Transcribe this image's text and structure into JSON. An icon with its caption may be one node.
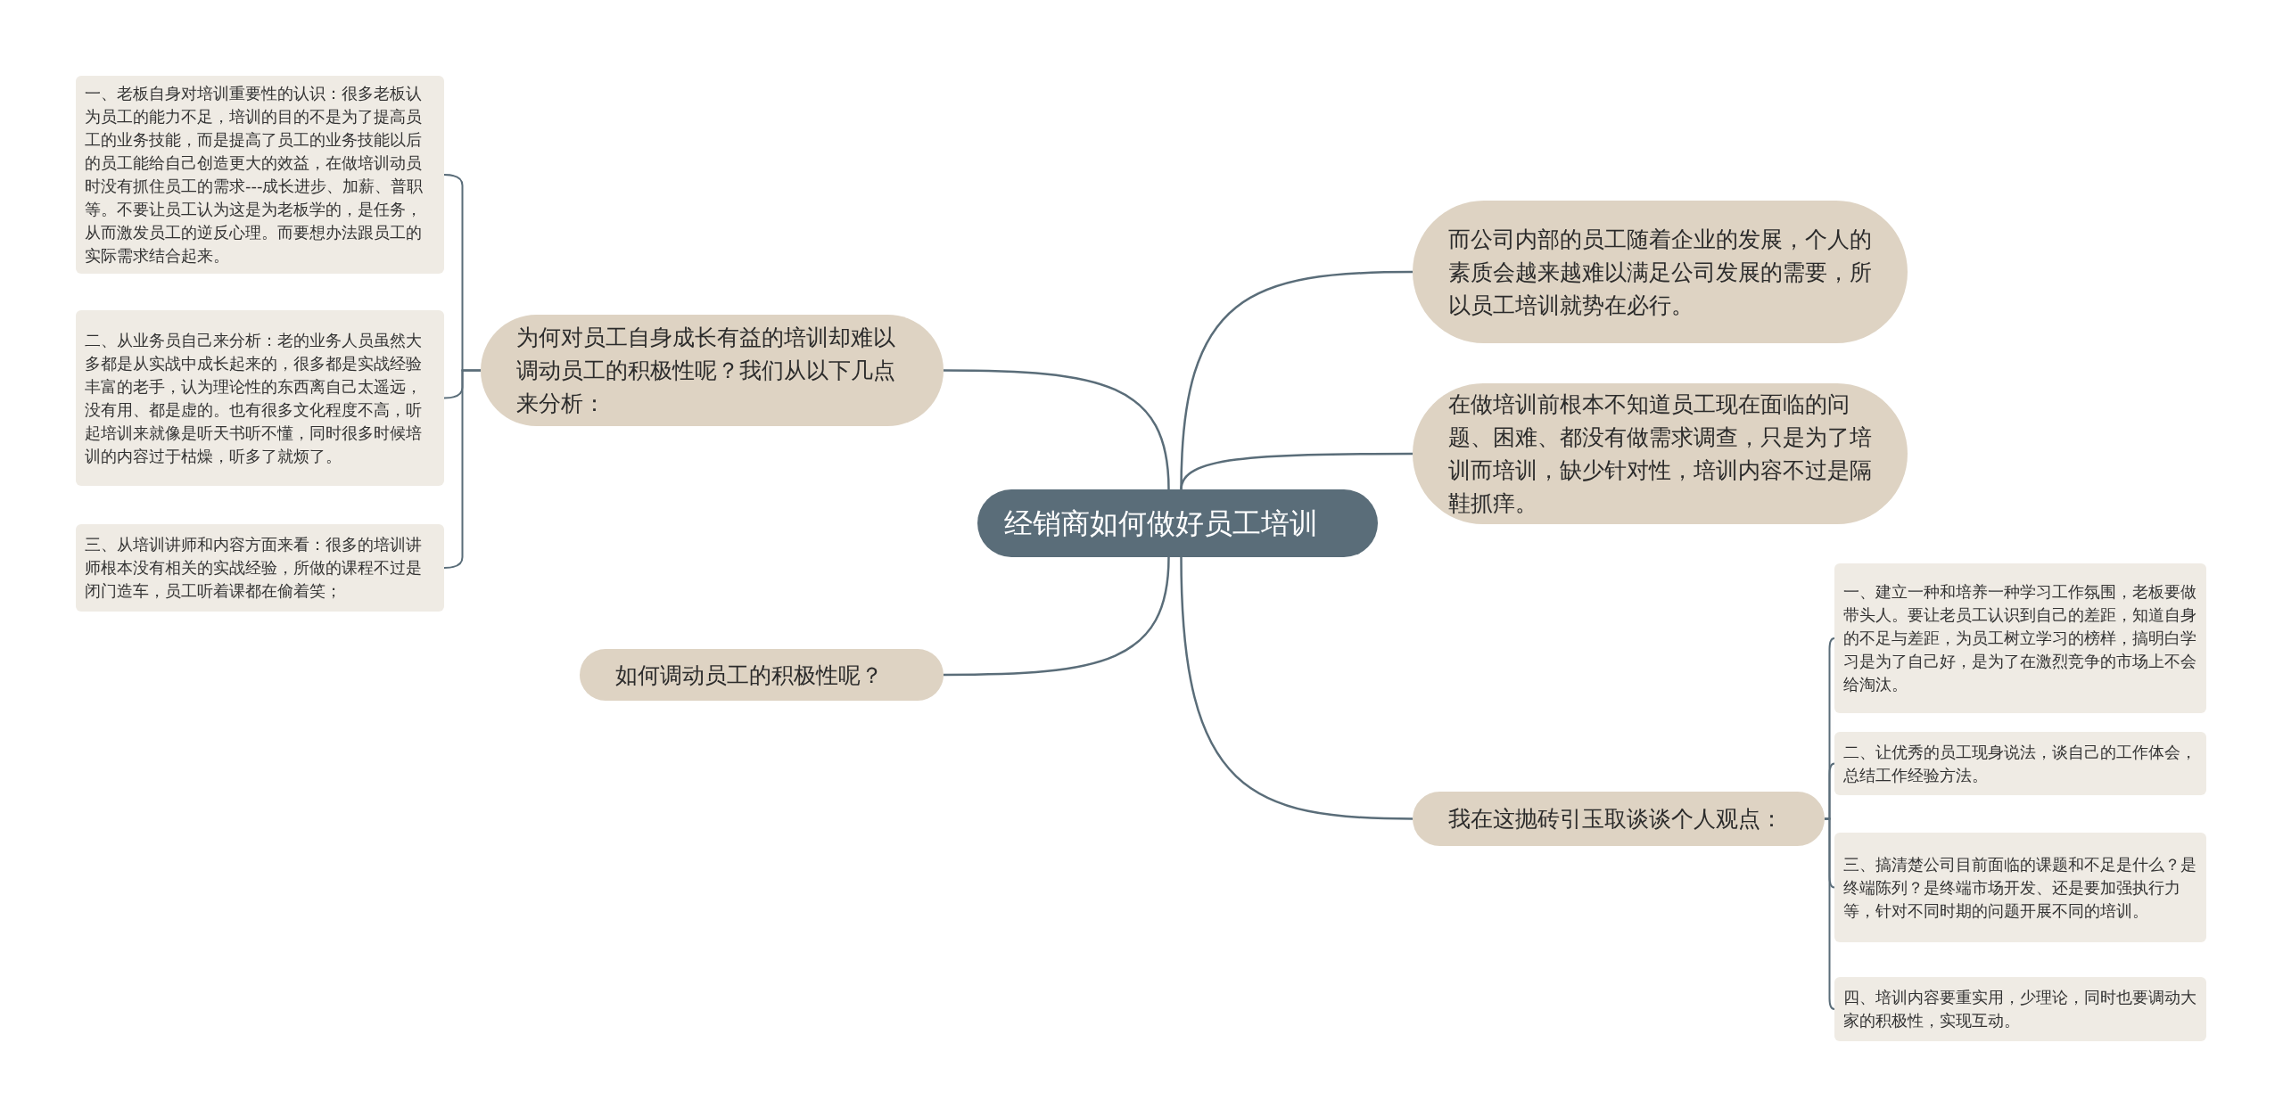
{
  "diagram": {
    "nodes": [
      {
        "text": [
          "经销商如何做好员工培训"
        ]
      },
      {
        "text": [
          "为何对员工自身成长有益的培训却难以调动员工的积极性呢？我们从以下几点来分析："
        ]
      },
      {
        "text": [
          "一、老板自身对培训重要性的认识：很多老板认为员工的能力不足，培训的目的不是为了提高员工的业务技能，而是提高了员工的业务技能以后的员工能给自己创造更大的效益，在做培训动员时没有抓住员工的需求---成长进步、加薪、普职等。不要让员工认为这是为老板学的，是任务，从而激发员工的逆反心理。而要想办法跟员工的实际需求结合起来。"
        ]
      },
      {
        "text": [
          "二、从业务员自己来分析：老的业务人员虽然大多都是从实战中成长起来的，很多都是实战经验丰富的老手，认为理论性的东西离自己太遥远，没有用、都是虚的。也有很多文化程度不高，听起培训来就像是听天书听不懂，同时很多时候培训的内容过于枯燥，听多了就烦了。"
        ]
      },
      {
        "text": [
          "三、从培训讲师和内容方面来看：很多的培训讲师根本没有相关的实战经验，所做的课程不过是闭门造车，员工听着课都在偷着笑；"
        ]
      },
      {
        "text": [
          "如何调动员工的积极性呢？"
        ]
      },
      {
        "text": [
          "而公司内部的员工随着企业的发展，个人的素质会越来越难以满足公司发展的需要，所以员工培训就势在必行。"
        ]
      },
      {
        "text": [
          "在做培训前根本不知道员工现在面临的问题、困难、都没有做需求调查，只是为了培训而培训，缺少针对性，培训内容不过是隔鞋抓痒。"
        ]
      },
      {
        "text": [
          "我在这抛砖引玉取谈谈个人观点："
        ]
      },
      {
        "text": [
          "一、建立一种和培养一种学习工作氛围，老板要做带头人。要让老员工认识到自己的差距，知道自身的不足与差距，为员工树立学习的榜样，搞明白学习是为了自己好，是为了在激烈竞争的市场上不会给淘汰。"
        ]
      },
      {
        "text": [
          "二、让优秀的员工现身说法，谈自己的工作体会，总结工作经验方法。"
        ]
      },
      {
        "text": [
          "三、搞清楚公司目前面临的课题和不足是什么？是终端陈列？是终端市场开发、还是要加强执行力等，针对不同时期的问题开展不同的培训。"
        ]
      },
      {
        "text": [
          "四、培训内容要重实用，少理论，同时也要调动大家的积极性，实现互动。"
        ]
      }
    ],
    "edges": [
      {
        "from": 0,
        "to": 1,
        "arrow": "none"
      },
      {
        "from": 1,
        "to": 2,
        "arrow": "none"
      },
      {
        "from": 1,
        "to": 3,
        "arrow": "none"
      },
      {
        "from": 1,
        "to": 4,
        "arrow": "none"
      },
      {
        "from": 0,
        "to": 5,
        "arrow": "none"
      },
      {
        "from": 0,
        "to": 6,
        "arrow": "none"
      },
      {
        "from": 0,
        "to": 7,
        "arrow": "none"
      },
      {
        "from": 0,
        "to": 8,
        "arrow": "none"
      },
      {
        "from": 8,
        "to": 9,
        "arrow": "none"
      },
      {
        "from": 8,
        "to": 10,
        "arrow": "none"
      },
      {
        "from": 8,
        "to": 11,
        "arrow": "none"
      },
      {
        "from": 8,
        "to": 12,
        "arrow": "none"
      }
    ]
  }
}
